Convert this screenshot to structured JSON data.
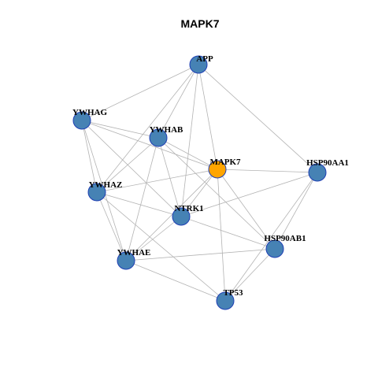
{
  "title": "MAPK7",
  "colors": {
    "default_node": "#4682b4",
    "highlight_node": "#ffa500",
    "node_border": "#1f3fb4",
    "edge": "#b3b3b3"
  },
  "nodes": [
    {
      "id": "APP",
      "label": "APP",
      "highlight": false
    },
    {
      "id": "YWHAG",
      "label": "YWHAG",
      "highlight": false
    },
    {
      "id": "YWHAB",
      "label": "YWHAB",
      "highlight": false
    },
    {
      "id": "MAPK7",
      "label": "MAPK7",
      "highlight": true
    },
    {
      "id": "HSP90AA1",
      "label": "HSP90AA1",
      "highlight": false
    },
    {
      "id": "YWHAZ",
      "label": "YWHAZ",
      "highlight": false
    },
    {
      "id": "NTRK1",
      "label": "NTRK1",
      "highlight": false
    },
    {
      "id": "HSP90AB1",
      "label": "HSP90AB1",
      "highlight": false
    },
    {
      "id": "YWHAE",
      "label": "YWHAE",
      "highlight": false
    },
    {
      "id": "TP53",
      "label": "TP53",
      "highlight": false
    }
  ],
  "edges": [
    [
      "APP",
      "YWHAG"
    ],
    [
      "APP",
      "YWHAB"
    ],
    [
      "APP",
      "MAPK7"
    ],
    [
      "APP",
      "HSP90AA1"
    ],
    [
      "APP",
      "YWHAZ"
    ],
    [
      "APP",
      "NTRK1"
    ],
    [
      "YWHAG",
      "YWHAB"
    ],
    [
      "YWHAG",
      "MAPK7"
    ],
    [
      "YWHAG",
      "YWHAZ"
    ],
    [
      "YWHAG",
      "YWHAE"
    ],
    [
      "YWHAG",
      "NTRK1"
    ],
    [
      "YWHAB",
      "MAPK7"
    ],
    [
      "YWHAB",
      "YWHAZ"
    ],
    [
      "YWHAB",
      "YWHAE"
    ],
    [
      "YWHAB",
      "NTRK1"
    ],
    [
      "YWHAB",
      "HSP90AB1"
    ],
    [
      "MAPK7",
      "YWHAZ"
    ],
    [
      "MAPK7",
      "HSP90AA1"
    ],
    [
      "MAPK7",
      "NTRK1"
    ],
    [
      "MAPK7",
      "YWHAE"
    ],
    [
      "MAPK7",
      "HSP90AB1"
    ],
    [
      "MAPK7",
      "TP53"
    ],
    [
      "HSP90AA1",
      "NTRK1"
    ],
    [
      "HSP90AA1",
      "HSP90AB1"
    ],
    [
      "HSP90AA1",
      "TP53"
    ],
    [
      "YWHAZ",
      "NTRK1"
    ],
    [
      "YWHAZ",
      "YWHAE"
    ],
    [
      "YWHAZ",
      "TP53"
    ],
    [
      "NTRK1",
      "YWHAE"
    ],
    [
      "NTRK1",
      "HSP90AB1"
    ],
    [
      "HSP90AB1",
      "YWHAE"
    ],
    [
      "HSP90AB1",
      "TP53"
    ],
    [
      "YWHAE",
      "TP53"
    ]
  ]
}
